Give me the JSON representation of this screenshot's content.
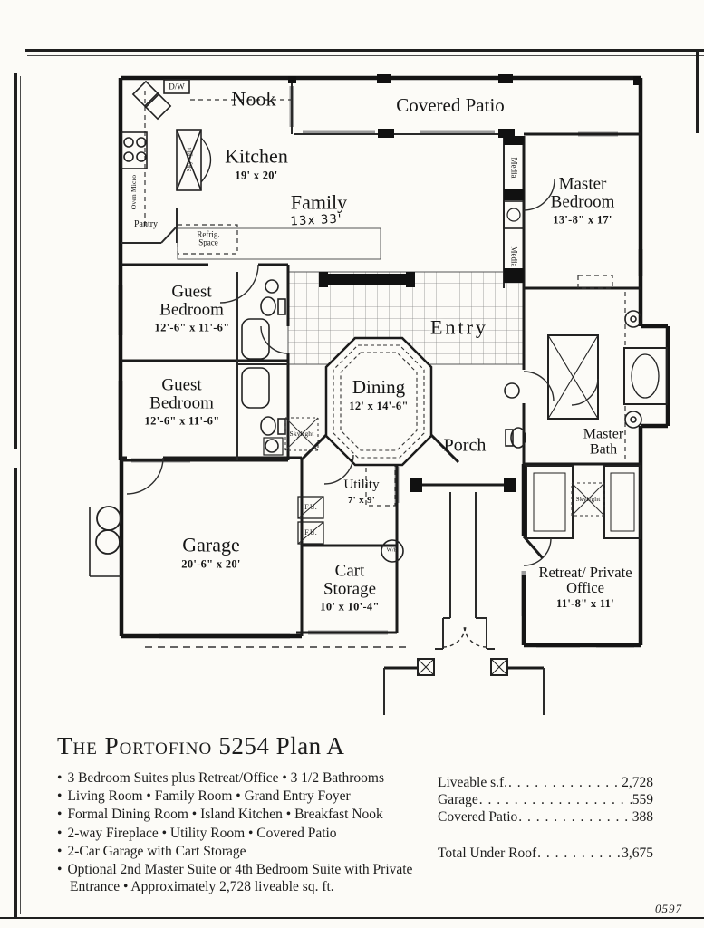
{
  "colors": {
    "ink": "#1c1c1c",
    "paper": "#fcfbf7"
  },
  "title": {
    "name": "The Portofino",
    "number": "5254",
    "plan": "Plan A"
  },
  "bullet": "•",
  "features": [
    "3 Bedroom Suites plus Retreat/Office • 3 1/2 Bathrooms",
    "Living Room • Family Room • Grand Entry Foyer",
    "Formal Dining Room  • Island Kitchen • Breakfast Nook",
    "2-way Fireplace • Utility Room • Covered Patio",
    "2-Car Garage with Cart Storage",
    "Optional 2nd Master Suite or 4th Bedroom Suite with Private Entrance • Approximately 2,728 liveable sq. ft."
  ],
  "stats": {
    "rows": [
      {
        "label": "Liveable s.f.",
        "dots": ". . . . . . . . . . . . . . . . . . . .",
        "value": "2,728"
      },
      {
        "label": "Garage",
        "dots": ". . . . . . . . . . . . . . . . . . . . . .",
        "value": "559"
      },
      {
        "label": "Covered Patio",
        "dots": ". . . . . . . . . . . . . . . . . . ",
        "value": "388"
      }
    ],
    "total": {
      "label": "Total Under Roof",
      "dots": ". . . . . . . . . . . .",
      "value": "3,675"
    }
  },
  "page_code": "0597",
  "plan": {
    "rooms": {
      "nook": {
        "name": "Nook"
      },
      "covered_patio": {
        "name": "Covered Patio"
      },
      "kitchen": {
        "name": "Kitchen",
        "dims": "19' x 20'"
      },
      "family": {
        "name": "Family",
        "dims": "13x 33'"
      },
      "master_bedroom": {
        "name": "Master Bedroom",
        "dims": "13'-8\" x 17'"
      },
      "guest_bedroom_1": {
        "name": "Guest Bedroom",
        "dims": "12'-6\" x 11'-6\""
      },
      "guest_bedroom_2": {
        "name": "Guest Bedroom",
        "dims": "12'-6\" x 11'-6\""
      },
      "entry": {
        "name": "Entry"
      },
      "dining": {
        "name": "Dining",
        "dims": "12' x 14'-6\""
      },
      "porch": {
        "name": "Porch"
      },
      "master_bath": {
        "name": "Master Bath"
      },
      "utility": {
        "name": "Utility",
        "dims": "7' x 9'"
      },
      "garage": {
        "name": "Garage",
        "dims": "20'-6\" x 20'"
      },
      "cart_storage": {
        "name": "Cart Storage",
        "dims": "10' x 10'-4\""
      },
      "retreat": {
        "name": "Retreat/ Private Office",
        "dims": "11'-8\" x 11'"
      }
    },
    "annotations": {
      "media": "Media",
      "skylight": "Skylight",
      "dw": "D/W",
      "pantry": "Pantry",
      "refrig": "Refrig. Space",
      "oven_micro": "Oven Micro",
      "fu": "F.U.",
      "wh": "W/H"
    }
  }
}
